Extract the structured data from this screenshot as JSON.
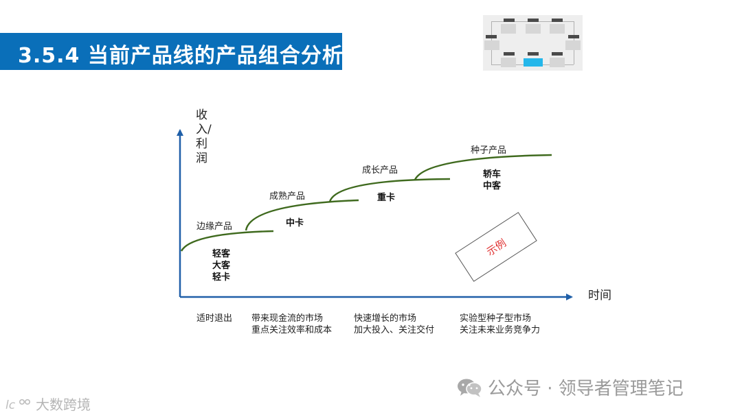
{
  "title": "3.5.4 当前产品线的产品组合分析",
  "axes": {
    "y_label": "收入/利润",
    "x_label": "时间"
  },
  "stages": [
    {
      "name": "边缘产品",
      "products": [
        "轻客",
        "大客",
        "轻卡"
      ],
      "strategy": [
        "适时退出"
      ]
    },
    {
      "name": "成熟产品",
      "products": [
        "中卡"
      ],
      "strategy": [
        "带来现金流的市场",
        "重点关注效率和成本"
      ]
    },
    {
      "name": "成长产品",
      "products": [
        "重卡"
      ],
      "strategy": [
        "快速增长的市场",
        "加大投入、关注交付"
      ]
    },
    {
      "name": "种子产品",
      "products": [
        "轿车",
        "中客"
      ],
      "strategy": [
        "实验型种子型市场",
        "关注未来业务竞争力"
      ]
    }
  ],
  "stamp": "示例",
  "watermarks": {
    "right": "公众号 · 领导者管理笔记",
    "left": "大数跨境"
  },
  "colors": {
    "title_bar": "#0a6fb9",
    "axis": "#1f5fa8",
    "curve": "#3f6a1e",
    "stamp_text": "#e03030",
    "thumbnail_highlight": "#25b7ea"
  }
}
